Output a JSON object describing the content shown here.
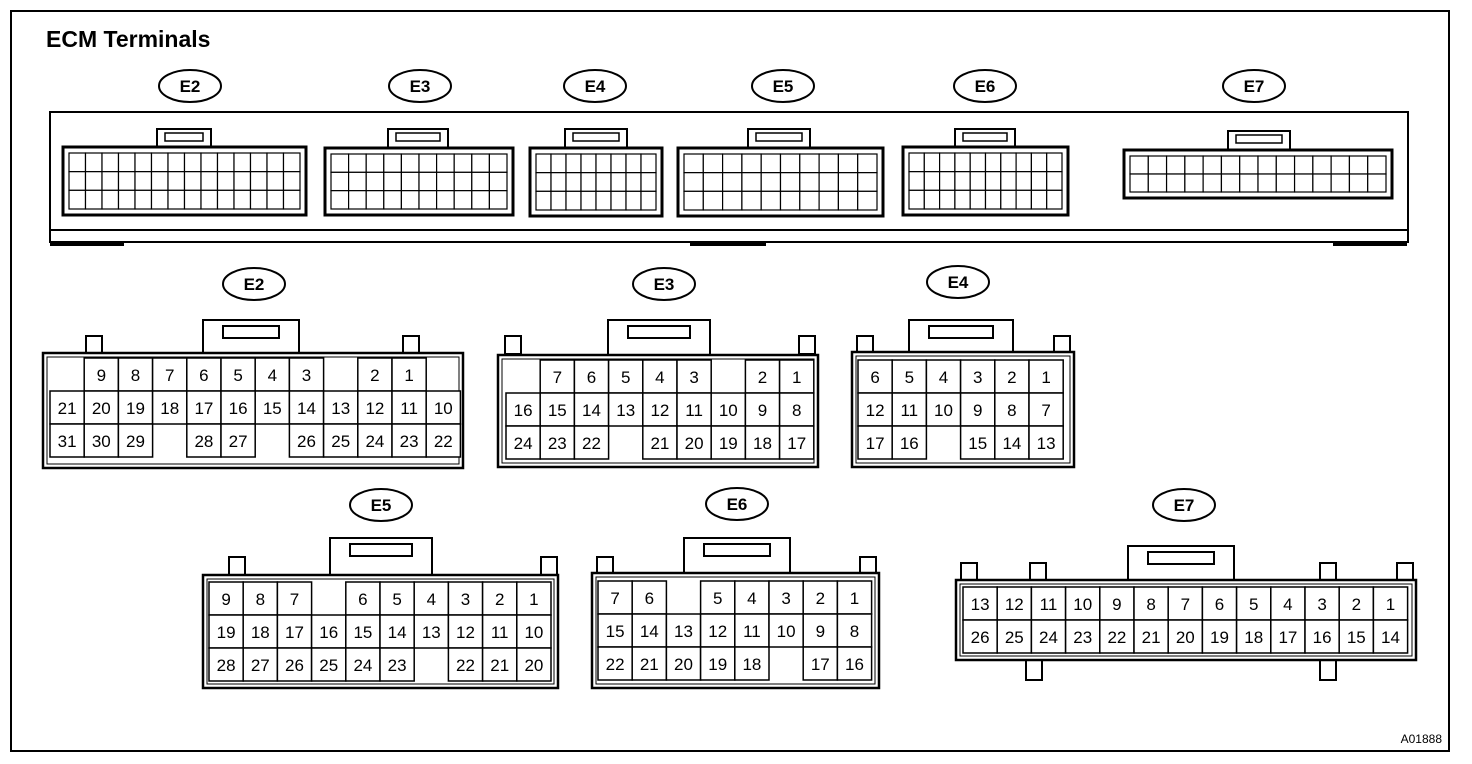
{
  "title": "ECM Terminals",
  "figure_code": "A01888",
  "overview_labels": [
    "E2",
    "E3",
    "E4",
    "E5",
    "E6",
    "E7"
  ],
  "connectors": [
    {
      "id": "E2",
      "rows": [
        [
          null,
          "9",
          "8",
          "7",
          "6",
          "5",
          "4",
          "3",
          null,
          "2",
          "1",
          null
        ],
        [
          "21",
          "20",
          "19",
          "18",
          "17",
          "16",
          "15",
          "14",
          "13",
          "12",
          "11",
          "10"
        ],
        [
          "31",
          "30",
          "29",
          null,
          "28",
          "27",
          null,
          "26",
          "25",
          "24",
          "23",
          "22"
        ]
      ]
    },
    {
      "id": "E3",
      "rows": [
        [
          null,
          "7",
          "6",
          "5",
          "4",
          "3",
          null,
          "2",
          "1"
        ],
        [
          "16",
          "15",
          "14",
          "13",
          "12",
          "11",
          "10",
          "9",
          "8"
        ],
        [
          "24",
          "23",
          "22",
          null,
          "21",
          "20",
          "19",
          "18",
          "17"
        ]
      ]
    },
    {
      "id": "E4",
      "rows": [
        [
          "6",
          "5",
          "4",
          "3",
          "2",
          "1"
        ],
        [
          "12",
          "11",
          "10",
          "9",
          "8",
          "7"
        ],
        [
          "17",
          "16",
          null,
          "15",
          "14",
          "13"
        ]
      ]
    },
    {
      "id": "E5",
      "rows": [
        [
          "9",
          "8",
          "7",
          null,
          "6",
          "5",
          "4",
          "3",
          "2",
          "1"
        ],
        [
          "19",
          "18",
          "17",
          "16",
          "15",
          "14",
          "13",
          "12",
          "11",
          "10"
        ],
        [
          "28",
          "27",
          "26",
          "25",
          "24",
          "23",
          null,
          "22",
          "21",
          "20"
        ]
      ]
    },
    {
      "id": "E6",
      "rows": [
        [
          "7",
          "6",
          null,
          "5",
          "4",
          "3",
          "2",
          "1"
        ],
        [
          "15",
          "14",
          "13",
          "12",
          "11",
          "10",
          "9",
          "8"
        ],
        [
          "22",
          "21",
          "20",
          "19",
          "18",
          null,
          "17",
          "16"
        ]
      ]
    },
    {
      "id": "E7",
      "rows": [
        [
          "13",
          "12",
          "11",
          "10",
          "9",
          "8",
          "7",
          "6",
          "5",
          "4",
          "3",
          "2",
          "1"
        ],
        [
          "26",
          "25",
          "24",
          "23",
          "22",
          "21",
          "20",
          "19",
          "18",
          "17",
          "16",
          "15",
          "14"
        ]
      ]
    }
  ]
}
